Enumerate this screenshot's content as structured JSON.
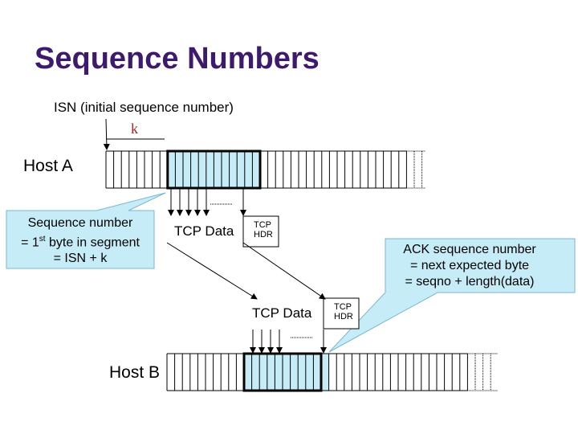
{
  "title": "Sequence Numbers",
  "isn_label": "ISN (initial sequence number)",
  "k_label": "k",
  "host_a_label": "Host A",
  "host_b_label": "Host B",
  "seq_callout": {
    "line1": "Sequence number",
    "line2_prefix": "= 1",
    "line2_sup": "st",
    "line2_suffix": " byte in segment",
    "line3": "= ISN + k"
  },
  "ack_callout": {
    "line1": "ACK sequence number",
    "line2": "= next expected byte",
    "line3": "= seqno + length(data)"
  },
  "segment_a": {
    "data_label": "TCP Data",
    "hdr_line1": "TCP",
    "hdr_line2": "HDR"
  },
  "segment_b": {
    "data_label": "TCP Data",
    "hdr_line1": "TCP",
    "hdr_line2": "HDR"
  },
  "colors": {
    "title": "#3d1a6e",
    "k": "#a0281e",
    "highlight": "#c6ecf7",
    "callout_fill": "#c6ecf7"
  }
}
